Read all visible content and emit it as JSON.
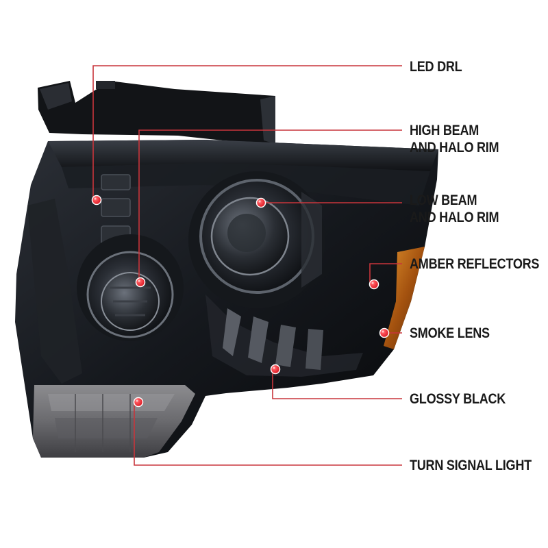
{
  "colors": {
    "leader_line": "#c8353b",
    "marker": "#e8232f"
  },
  "callouts": [
    {
      "lines": [
        "LED DRL"
      ]
    },
    {
      "lines": [
        "HIGH BEAM",
        "AND HALO RIM"
      ]
    },
    {
      "lines": [
        "LOW BEAM",
        "AND HALO RIM"
      ]
    },
    {
      "lines": [
        "AMBER REFLECTORS"
      ]
    },
    {
      "lines": [
        "SMOKE LENS"
      ]
    },
    {
      "lines": [
        "GLOSSY BLACK"
      ]
    },
    {
      "lines": [
        "TURN SIGNAL LIGHT"
      ]
    }
  ]
}
